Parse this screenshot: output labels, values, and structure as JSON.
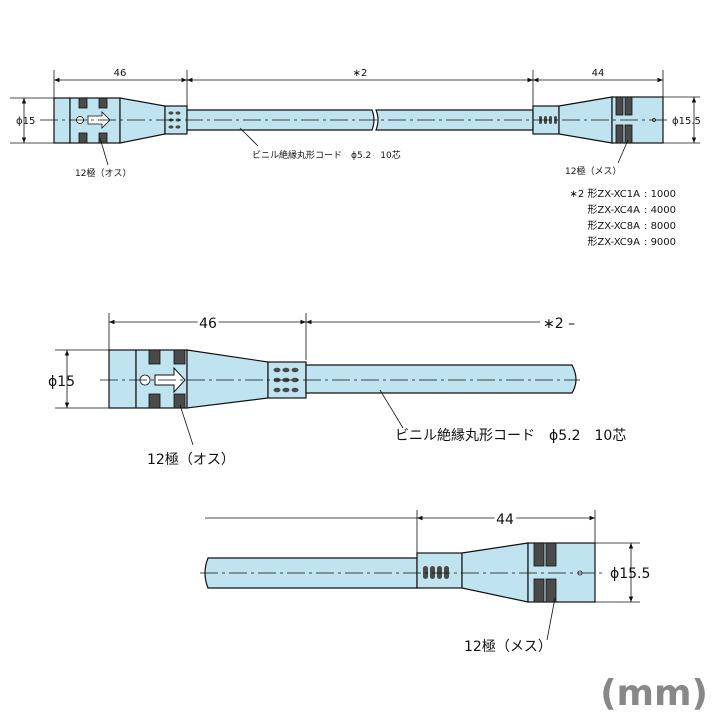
{
  "top": {
    "dim_left": "46",
    "dim_mid": "∗2",
    "dim_right": "44",
    "dia_left": "ϕ15",
    "dia_right": "ϕ15.5",
    "cable_label": "ビニル絶縁丸形コード　ϕ5.2　10芯",
    "male_label": "12極（オス）",
    "female_label": "12極（メス）",
    "note": [
      {
        "model": "∗2 形ZX-XC1A",
        "value": "1000"
      },
      {
        "model": "形ZX-XC4A",
        "value": "4000"
      },
      {
        "model": "形ZX-XC8A",
        "value": "8000"
      },
      {
        "model": "形ZX-XC9A",
        "value": "9000"
      }
    ]
  },
  "male_detail": {
    "dim": "46",
    "dim_mid": "∗2",
    "dia": "ϕ15",
    "cable_label": "ビニル絶縁丸形コード　ϕ5.2　10芯",
    "pin_label": "12極（オス）"
  },
  "female_detail": {
    "dim": "44",
    "dia": "ϕ15.5",
    "pin_label": "12極（メス）"
  },
  "unit": "(mm)"
}
